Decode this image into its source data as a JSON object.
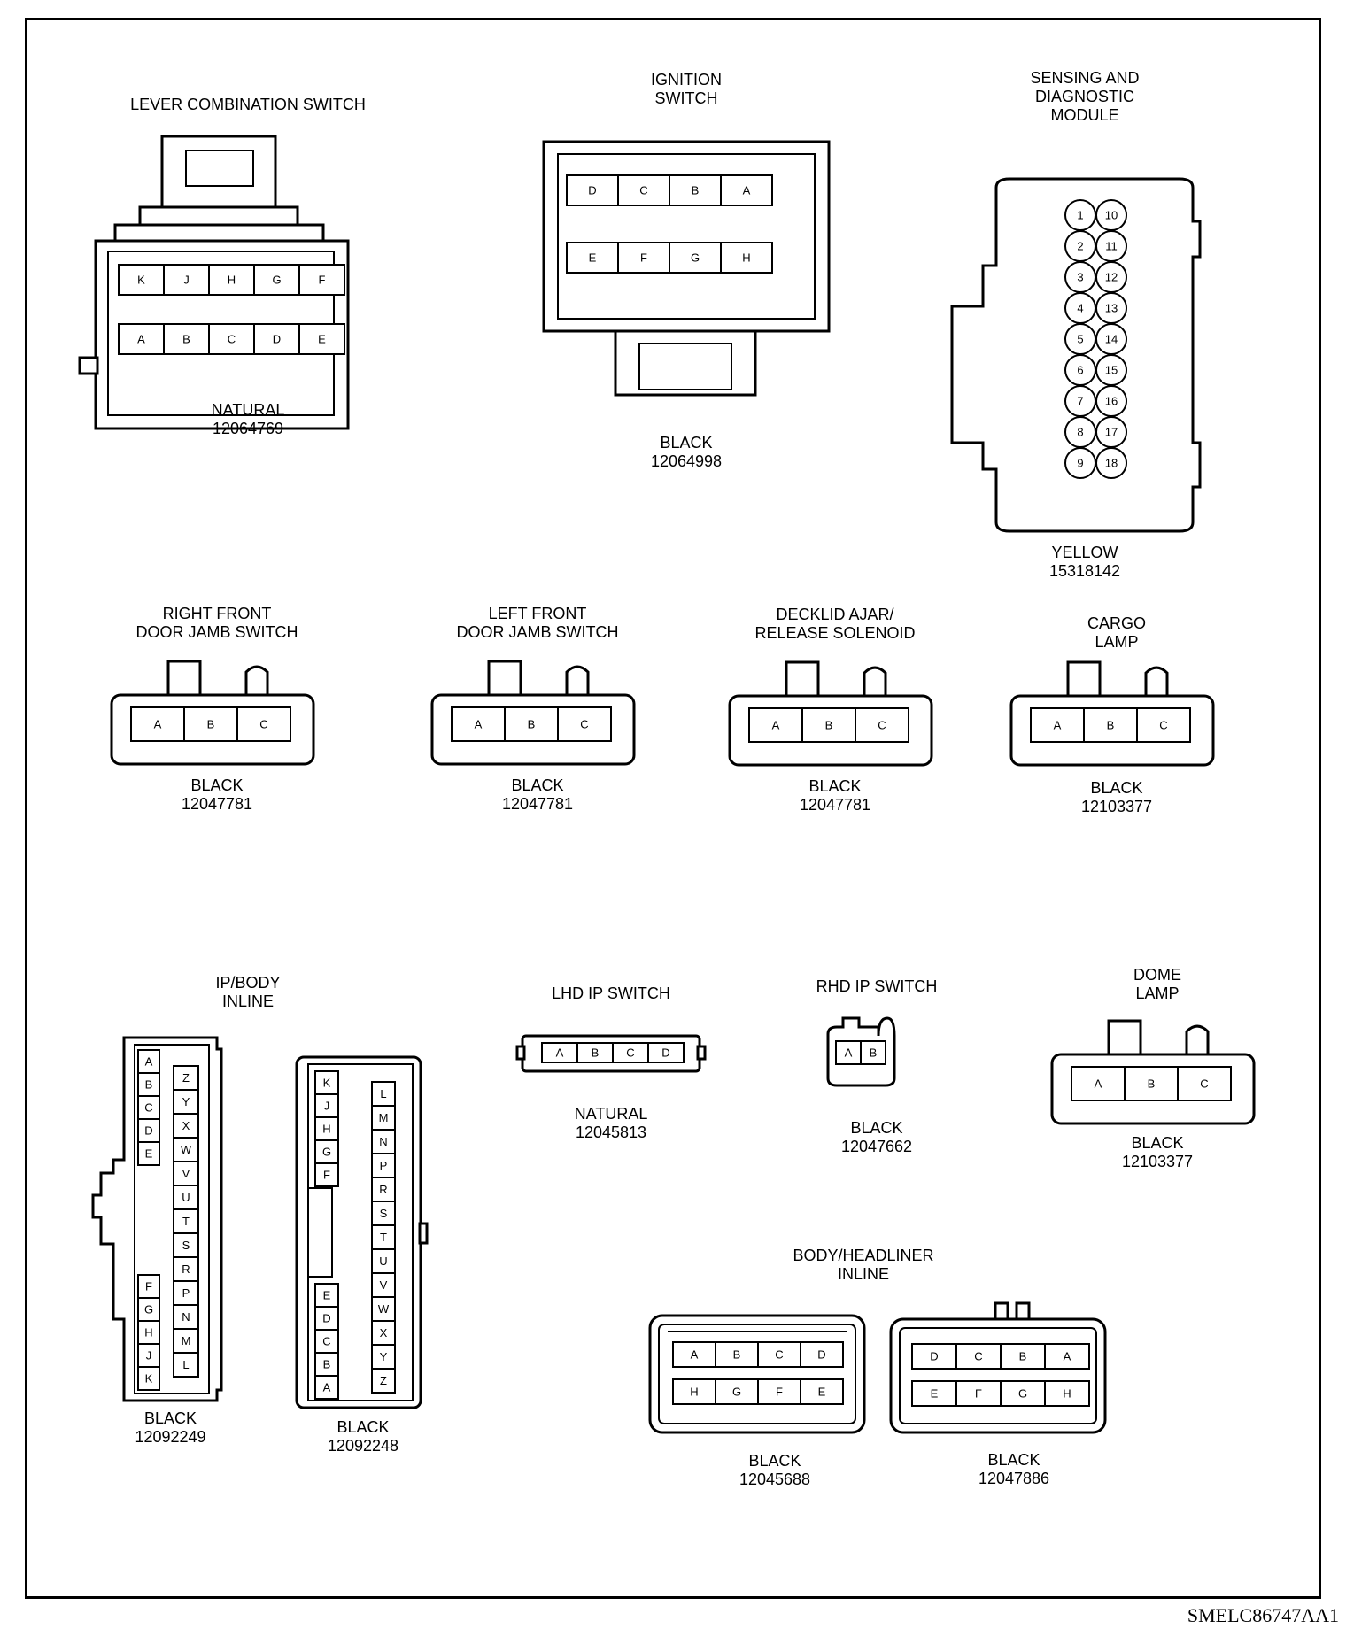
{
  "figure_id": "SMELC86747AA1",
  "connectors": [
    {
      "id": "lever",
      "title": [
        "LEVER COMBINATION SWITCH"
      ],
      "color": "NATURAL",
      "part": "12064769",
      "rows": [
        [
          "K",
          "J",
          "H",
          "G",
          "F"
        ],
        [
          "A",
          "B",
          "C",
          "D",
          "E"
        ]
      ]
    },
    {
      "id": "ignition",
      "title": [
        "IGNITION",
        "SWITCH"
      ],
      "color": "BLACK",
      "part": "12064998",
      "rows": [
        [
          "D",
          "C",
          "B",
          "A"
        ],
        [
          "E",
          "F",
          "G",
          "H"
        ]
      ]
    },
    {
      "id": "sdm",
      "title": [
        "SENSING AND",
        "DIAGNOSTIC",
        "MODULE"
      ],
      "color": "YELLOW",
      "part": "15318142",
      "pins": [
        "1",
        "2",
        "3",
        "4",
        "5",
        "6",
        "7",
        "8",
        "9",
        "10",
        "11",
        "12",
        "13",
        "14",
        "15",
        "16",
        "17",
        "18"
      ]
    },
    {
      "id": "rf-door",
      "title": [
        "RIGHT FRONT",
        "DOOR JAMB SWITCH"
      ],
      "color": "BLACK",
      "part": "12047781",
      "pins": [
        "A",
        "B",
        "C"
      ]
    },
    {
      "id": "lf-door",
      "title": [
        "LEFT FRONT",
        "DOOR JAMB SWITCH"
      ],
      "color": "BLACK",
      "part": "12047781",
      "pins": [
        "A",
        "B",
        "C"
      ]
    },
    {
      "id": "decklid",
      "title": [
        "DECKLID AJAR/",
        "RELEASE SOLENOID"
      ],
      "color": "BLACK",
      "part": "12047781",
      "pins": [
        "A",
        "B",
        "C"
      ]
    },
    {
      "id": "cargo",
      "title": [
        "CARGO",
        "LAMP"
      ],
      "color": "BLACK",
      "part": "12103377",
      "pins": [
        "A",
        "B",
        "C"
      ]
    },
    {
      "id": "ipbody",
      "title": [
        "IP/BODY",
        "INLINE"
      ]
    },
    {
      "id": "ipbody-a",
      "color": "BLACK",
      "part": "12092249",
      "col_left_top": [
        "A",
        "B",
        "C",
        "D",
        "E"
      ],
      "col_left_bottom": [
        "F",
        "G",
        "H",
        "J",
        "K"
      ],
      "col_right": [
        "Z",
        "Y",
        "X",
        "W",
        "V",
        "U",
        "T",
        "S",
        "R",
        "P",
        "N",
        "M",
        "L"
      ]
    },
    {
      "id": "ipbody-b",
      "color": "BLACK",
      "part": "12092248",
      "col_left_top": [
        "K",
        "J",
        "H",
        "G",
        "F"
      ],
      "col_left_bottom": [
        "E",
        "D",
        "C",
        "B",
        "A"
      ],
      "col_right": [
        "L",
        "M",
        "N",
        "P",
        "R",
        "S",
        "T",
        "U",
        "V",
        "W",
        "X",
        "Y",
        "Z"
      ]
    },
    {
      "id": "lhd-ip",
      "title": [
        "LHD IP SWITCH"
      ],
      "color": "NATURAL",
      "part": "12045813",
      "pins": [
        "A",
        "B",
        "C",
        "D"
      ]
    },
    {
      "id": "rhd-ip",
      "title": [
        "RHD IP SWITCH"
      ],
      "color": "BLACK",
      "part": "12047662",
      "pins": [
        "A",
        "B"
      ]
    },
    {
      "id": "dome",
      "title": [
        "DOME",
        "LAMP"
      ],
      "color": "BLACK",
      "part": "12103377",
      "pins": [
        "A",
        "B",
        "C"
      ]
    },
    {
      "id": "headliner",
      "title": [
        "BODY/HEADLINER",
        "INLINE"
      ]
    },
    {
      "id": "headliner-a",
      "color": "BLACK",
      "part": "12045688",
      "rows": [
        [
          "A",
          "B",
          "C",
          "D"
        ],
        [
          "H",
          "G",
          "F",
          "E"
        ]
      ]
    },
    {
      "id": "headliner-b",
      "color": "BLACK",
      "part": "12047886",
      "rows": [
        [
          "D",
          "C",
          "B",
          "A"
        ],
        [
          "E",
          "F",
          "G",
          "H"
        ]
      ]
    }
  ]
}
